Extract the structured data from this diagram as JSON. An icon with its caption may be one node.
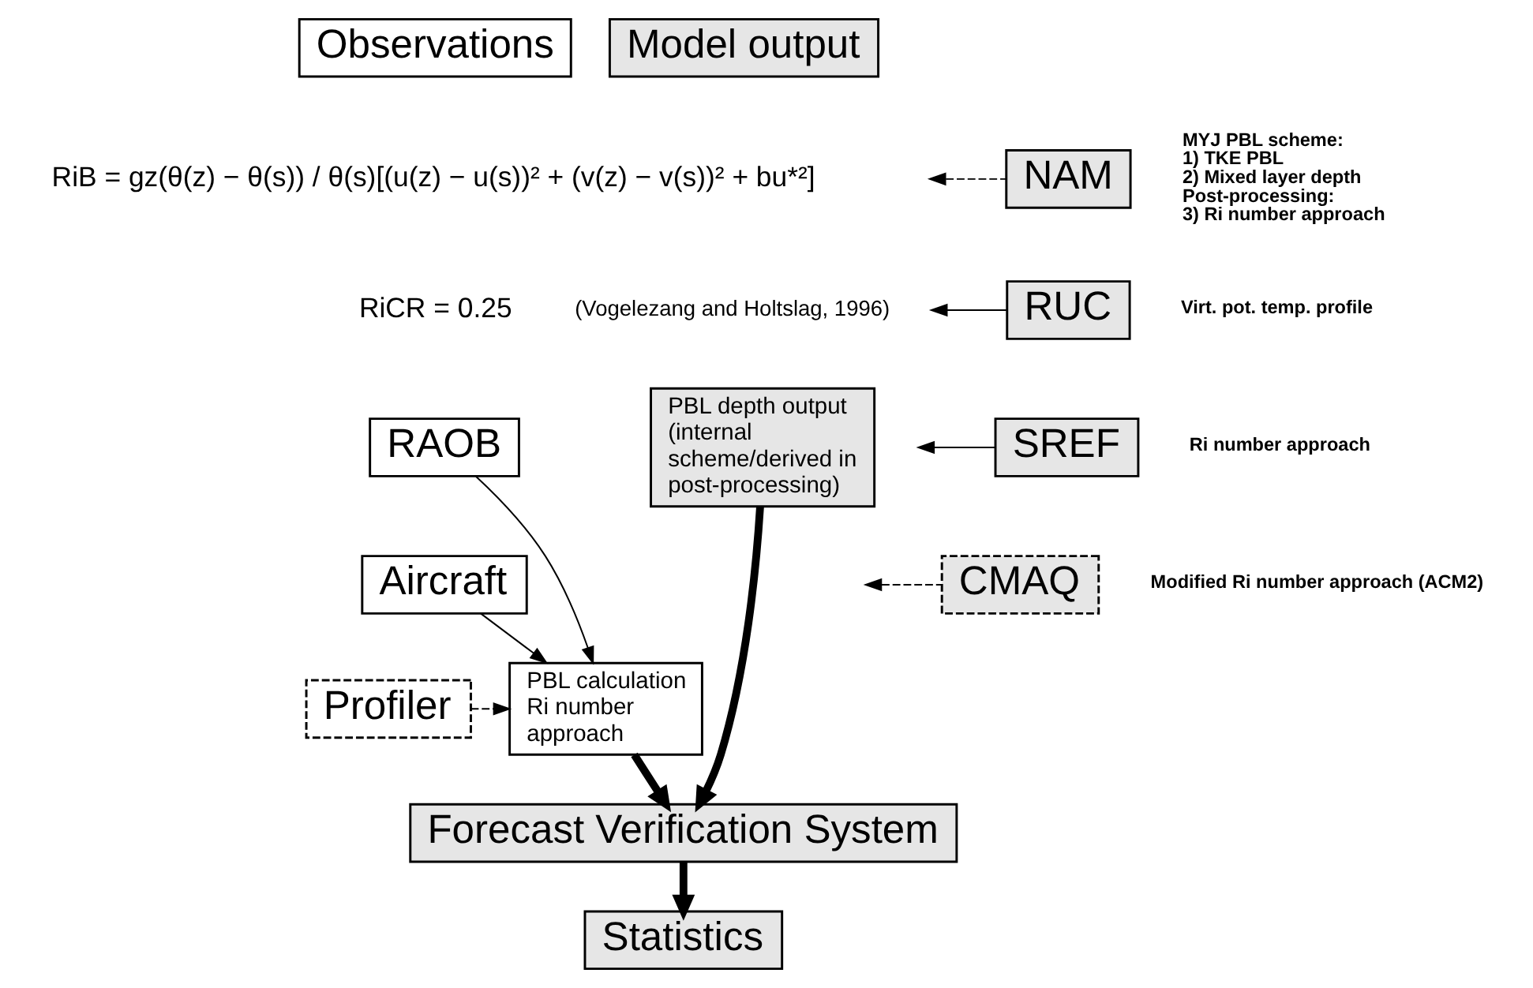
{
  "diagram": {
    "nodes": [
      {
        "text": [
          "Observations"
        ]
      },
      {
        "text": [
          "Model output"
        ]
      },
      {
        "text": [
          "NAM"
        ],
        "beside": [
          "MYJ PBL scheme:",
          "1) TKE PBL",
          "2) Mixed layer depth",
          "Post-processing:",
          "3) Ri number approach"
        ]
      },
      {
        "text": [
          "RUC"
        ],
        "beside": [
          "Virt. pot. temp. profile"
        ]
      },
      {
        "text": [
          "RAOB"
        ]
      },
      {
        "text": [
          "PBL depth output (internal scheme/derived in post-processing)"
        ]
      },
      {
        "text": [
          "SREF"
        ],
        "beside": [
          "Ri number approach"
        ]
      },
      {
        "text": [
          "Aircraft"
        ]
      },
      {
        "text": [
          "PBL calculation Ri number approach"
        ]
      },
      {
        "text": [
          "CMAQ"
        ],
        "beside": [
          "Modified Ri number approach (ACM2)"
        ]
      },
      {
        "text": [
          "Profiler"
        ]
      },
      {
        "text": [
          "Forecast Verification System"
        ]
      },
      {
        "text": [
          "Statistics"
        ]
      }
    ],
    "edges": [
      {
        "from": 2,
        "to": null,
        "arrow": "to",
        "style": "dashed"
      },
      {
        "from": 3,
        "to": null,
        "arrow": "to"
      },
      {
        "from": 6,
        "to": null,
        "arrow": "to"
      },
      {
        "from": 9,
        "to": null,
        "arrow": "to",
        "style": "dashed"
      },
      {
        "from": 4,
        "to": 8,
        "arrow": "to"
      },
      {
        "from": 7,
        "to": 8,
        "arrow": "to"
      },
      {
        "from": 10,
        "to": 8,
        "arrow": "to",
        "style": "dashed"
      },
      {
        "from": 8,
        "to": 11,
        "arrow": "to",
        "style": "thick"
      },
      {
        "from": 5,
        "to": 11,
        "arrow": "to",
        "style": "thick"
      },
      {
        "from": 11,
        "to": 12,
        "arrow": "to",
        "style": "thick"
      }
    ],
    "labels": [
      "RiB = gz(θ(z) − θ(s)) / θ(s)[(u(z) − u(s))² + (v(z) − v(s))² + bu*²]",
      "RiCR = 0.25",
      "(Vogelezang and Holtslag, 1996)"
    ]
  }
}
